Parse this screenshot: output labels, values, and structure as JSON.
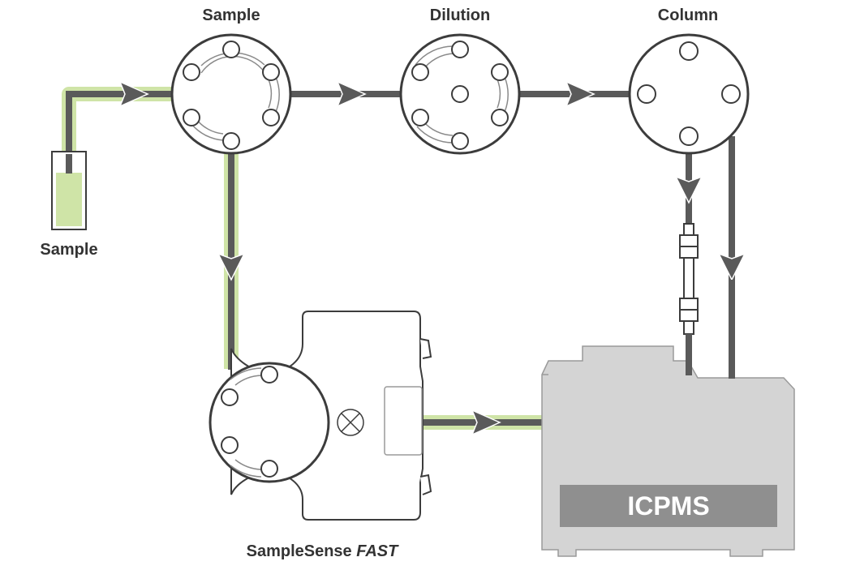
{
  "labels": {
    "valve_sample": "Sample",
    "valve_dilution": "Dilution",
    "valve_column": "Column",
    "sample_vial": "Sample",
    "samplesense_name": "SampleSense",
    "samplesense_suffix": "FAST",
    "icpms": "ICPMS"
  },
  "colors": {
    "tube": "#5a5a5a",
    "highlight": "#cfe4a7",
    "valve_stroke": "#3c3c3c",
    "instrument_fill": "#d4d4d4",
    "icpms_bar": "#8f8f8f",
    "sample_liquid": "#cfe4a7"
  }
}
